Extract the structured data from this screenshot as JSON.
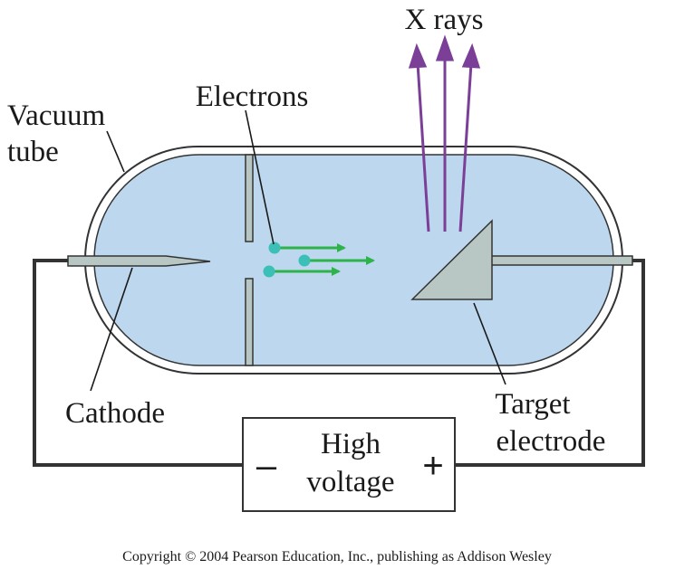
{
  "labels": {
    "x_rays": "X rays",
    "electrons": "Electrons",
    "vacuum_tube_line1": "Vacuum",
    "vacuum_tube_line2": "tube",
    "cathode": "Cathode",
    "target_line1": "Target",
    "target_line2": "electrode",
    "supply_line1": "High",
    "supply_line2": "voltage",
    "minus": "–",
    "plus": "+"
  },
  "copyright": "Copyright © 2004 Pearson Education, Inc., publishing as Addison Wesley",
  "colors": {
    "vacuum_fill": "#bcd7ee",
    "tube_wall": "#333333",
    "electrode_fill": "#b8c7c3",
    "electron": "#3cbfb6",
    "electron_arrow": "#2db34a",
    "xray_arrow": "#7b3f98",
    "wire": "#333333"
  }
}
